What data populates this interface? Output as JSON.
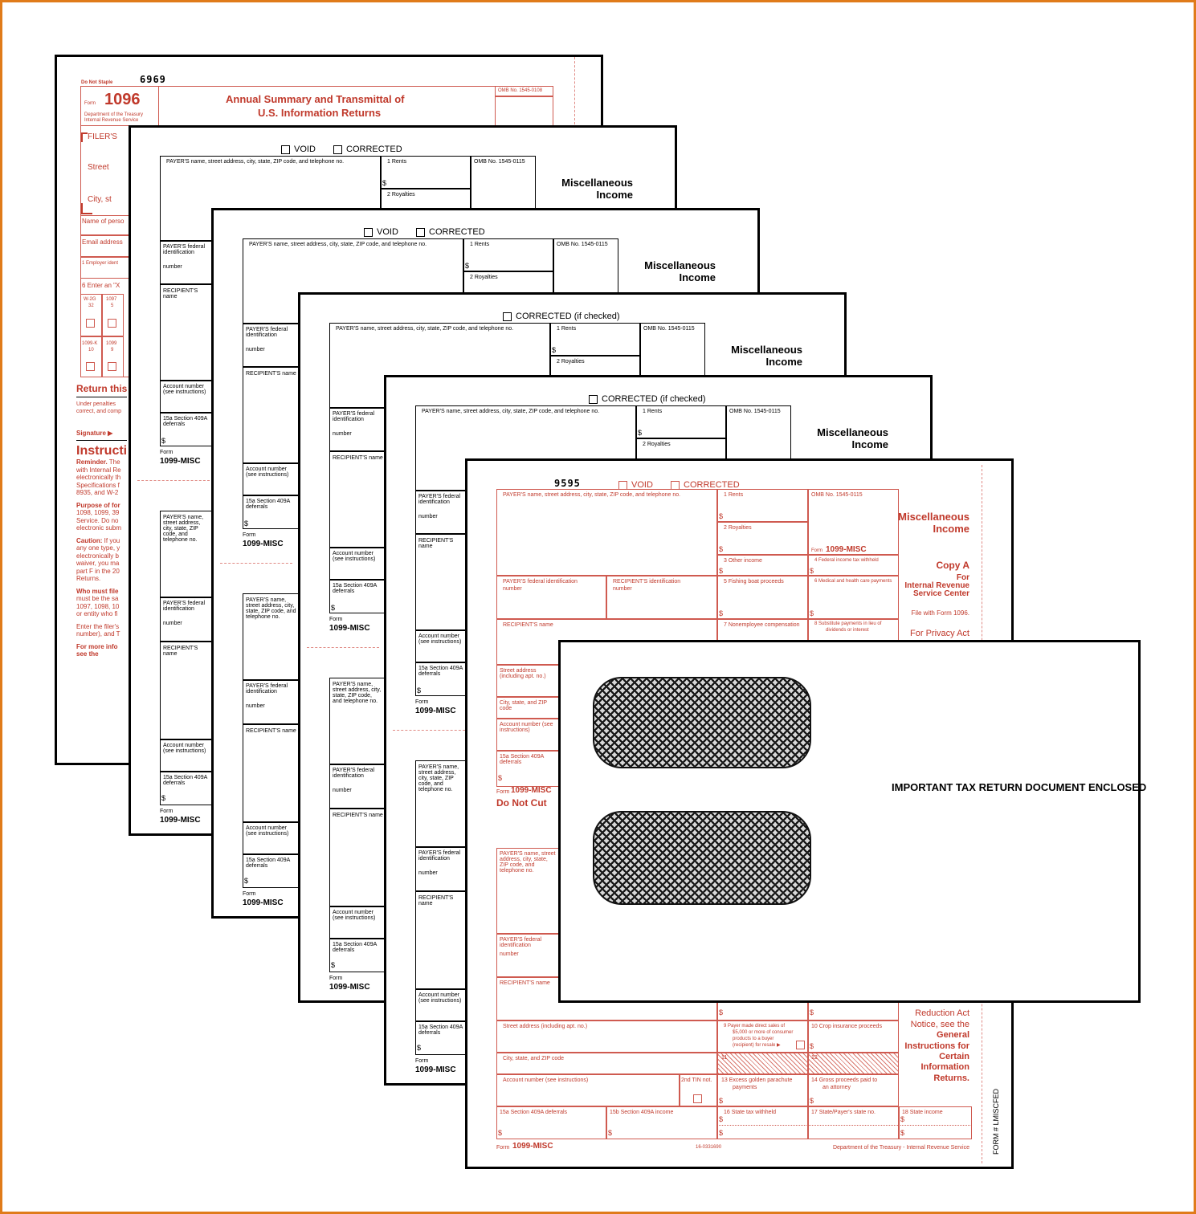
{
  "form1096": {
    "do_not_staple": "Do Not Staple",
    "control_number": "6969",
    "form_label": "Form",
    "form_number": "1096",
    "dept1": "Department of the Treasury",
    "dept2": "Internal Revenue Service",
    "title1": "Annual Summary and Transmittal of",
    "title2": "U.S. Information Returns",
    "omb": "OMB No. 1545-0108",
    "filer": "FILER'S",
    "street": "Street",
    "city": "City, st",
    "name_person": "Name of perso",
    "email": "Email address",
    "employer": "1   Employer ident",
    "enter_x": "6  Enter an \"X",
    "w2g": "W-2G",
    "w2g_code": "32",
    "f1097": "1097",
    "f1097_code": "5",
    "f1099k": "1099-K",
    "f1099k_code": "10",
    "f1099": "1099",
    "f1099_code": "9",
    "return_this": "Return this",
    "penalties1": "Under penalties",
    "penalties2": "correct, and comp",
    "signature": "Signature ▶",
    "instructions": "Instructi",
    "paragraphs": [
      {
        "lead": "Reminder.",
        "lines": [
          " The",
          "with Internal Re",
          "electronically th",
          "Specifications f",
          "8935, and W-2"
        ]
      },
      {
        "lead": "Purpose of for",
        "lines": [
          "",
          "1098, 1099, 39",
          "Service. Do no",
          "electronic subm"
        ]
      },
      {
        "lead": "Caution:",
        "lines": [
          " If you",
          "any one type, y",
          "electronically b",
          "waiver, you ma",
          "part F in the 20",
          "Returns."
        ]
      },
      {
        "lead": "Who must file",
        "lines": [
          "",
          "must be the sa",
          "1097, 1098, 10",
          "or entity who fi"
        ]
      },
      {
        "lead": "",
        "lines": [
          "Enter the filer's",
          "number), and T"
        ]
      },
      {
        "lead": "For more info",
        "lines": [
          "",
          "see the"
        ]
      }
    ]
  },
  "copy_labels": {
    "void": "VOID",
    "corrected": "CORRECTED",
    "corrected_if_checked": "CORRECTED (if checked)",
    "payer_name": "PAYER'S name, street address, city, state, ZIP code, and telephone no.",
    "rents": "1   Rents",
    "royalties": "2   Royalties",
    "dollar": "$",
    "omb": "OMB No. 1545-0115",
    "title1": "Miscellaneous",
    "title2": "Income",
    "payer_fed_id": "PAYER'S federal identification",
    "number": "number",
    "recipient_name": "RECIPIENT'S name",
    "account_number": "Account number (see instructions)",
    "section_409a": "15a  Section 409A deferrals",
    "form": "Form",
    "form_name": "1099-MISC"
  },
  "copies": [
    {
      "header": "void"
    },
    {
      "header": "void"
    },
    {
      "header": "checked"
    },
    {
      "header": "checked"
    }
  ],
  "copyA": {
    "control_number": "9595",
    "void": "VOID",
    "corrected": "CORRECTED",
    "payer_name": "PAYER'S name, street address, city, state, ZIP code, and telephone no.",
    "box1": "1   Rents",
    "box2": "2   Royalties",
    "omb": "OMB No. 1545-0115",
    "form": "Form",
    "form_name": "1099-MISC",
    "title1": "Miscellaneous",
    "title2": "Income",
    "box3": "3   Other income",
    "box4": "4   Federal income tax withheld",
    "payer_fed_id": "PAYER'S federal identification",
    "recipient_id": "RECIPIENT'S identification",
    "number": "number",
    "box5": "5   Fishing boat proceeds",
    "box6": "6   Medical and health care payments",
    "recipient_name": "RECIPIENT'S name",
    "box7": "7   Nonemployee compensation",
    "box8a": "8   Substitute payments in lieu of",
    "box8b": "dividends or interest",
    "copy_a": "Copy A",
    "for": "For",
    "irs1": "Internal Revenue",
    "irs2": "Service Center",
    "file_with": "File with Form 1096.",
    "privacy": "For Privacy Act",
    "reduction": "Reduction Act",
    "notice": "Notice, see the",
    "general": "General",
    "instructions_for": "Instructions for",
    "certain": "Certain",
    "information": "Information",
    "returns": "Returns.",
    "street": "Street address (including apt. no.)",
    "city": "City, state, and ZIP code",
    "account": "Account number (see instructions)",
    "tin": "2nd TIN not.",
    "box9a": "9   Payer made direct sales of",
    "box9b": "$5,000 or more of consumer",
    "box9c": "products to a buyer",
    "box9d": "(recipient) for resale ▶",
    "box10": "10  Crop insurance proceeds",
    "box11": "11",
    "box12": "12",
    "box13a": "13  Excess golden parachute",
    "box13b": "payments",
    "box14a": "14  Gross proceeds paid to",
    "box14b": "an attorney",
    "box15a": "15a  Section 409A deferrals",
    "box15b": "15b  Section 409A income",
    "box16": "16   State tax withheld",
    "box17": "17   State/Payer's state no.",
    "box18": "18   State income",
    "dollar": "$",
    "do_not_cut": "Do  Not  Cut",
    "catalog": "16-0331690",
    "dept": "Department of the Treasury - Internal Revenue Service",
    "form_code": "FORM # LMISCFED"
  },
  "envelope": {
    "message": "IMPORTANT TAX RETURN DOCUMENT ENCLOSED"
  }
}
